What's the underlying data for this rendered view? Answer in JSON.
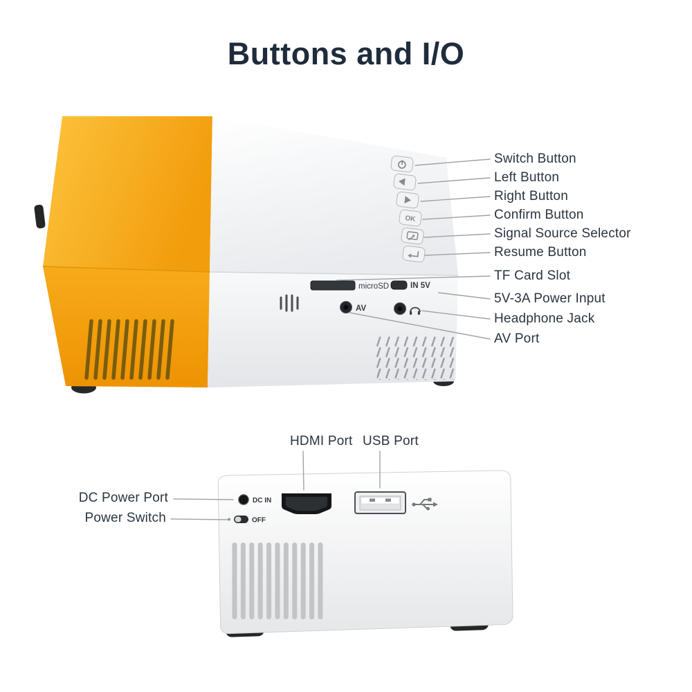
{
  "page": {
    "title": "Buttons and I/O",
    "background": "#ffffff",
    "title_color": "#1f2c3c",
    "label_color": "#2a3440",
    "leader_line_color": "#a0a3a7",
    "projector_orange": "#f6a313",
    "projector_body_white": "#f2f3f5"
  },
  "top_view": {
    "labels": [
      {
        "id": "switch-button",
        "text": "Switch Button"
      },
      {
        "id": "left-button",
        "text": "Left Button"
      },
      {
        "id": "right-button",
        "text": "Right Button"
      },
      {
        "id": "confirm-button",
        "text": "Confirm Button"
      },
      {
        "id": "signal-source-selector",
        "text": "Signal Source Selector"
      },
      {
        "id": "resume-button",
        "text": "Resume Button"
      },
      {
        "id": "tf-card-slot",
        "text": "TF Card Slot"
      },
      {
        "id": "power-input",
        "text": "5V-3A Power Input"
      },
      {
        "id": "headphone-jack",
        "text": "Headphone Jack"
      },
      {
        "id": "av-port",
        "text": "AV Port"
      }
    ],
    "markings": {
      "microsd": "microSD",
      "in_5v": "IN 5V",
      "av": "AV",
      "ok": "OK"
    }
  },
  "bottom_view": {
    "labels": [
      {
        "id": "hdmi-port",
        "text": "HDMI Port"
      },
      {
        "id": "usb-port",
        "text": "USB Port"
      },
      {
        "id": "dc-power-port",
        "text": "DC Power Port"
      },
      {
        "id": "power-switch",
        "text": "Power Switch"
      }
    ],
    "markings": {
      "dc_in": "DC IN",
      "off": "OFF"
    }
  }
}
